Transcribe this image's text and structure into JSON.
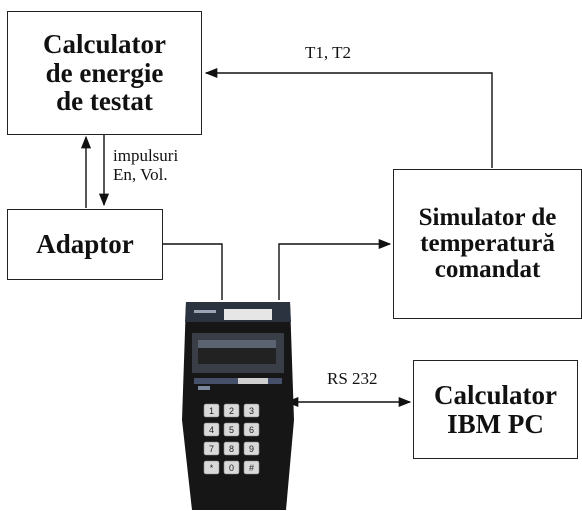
{
  "boxes": {
    "energy_calculator": "Calculator\nde energie\nde testat",
    "adapter": "Adaptor",
    "temperature_simulator": "Simulator de\ntemperatură\ncomandat",
    "ibm_pc": "Calculator\nIBM PC"
  },
  "labels": {
    "temperature_signals": "T1, T2",
    "pulses": "impulsuri\nEn, Vol.",
    "serial_link": "RS 232"
  },
  "device": {
    "name": "handheld-terminal",
    "keys": [
      "1",
      "2",
      "3",
      "4",
      "5",
      "6",
      "7",
      "8",
      "9",
      "*",
      "0",
      "#"
    ]
  }
}
